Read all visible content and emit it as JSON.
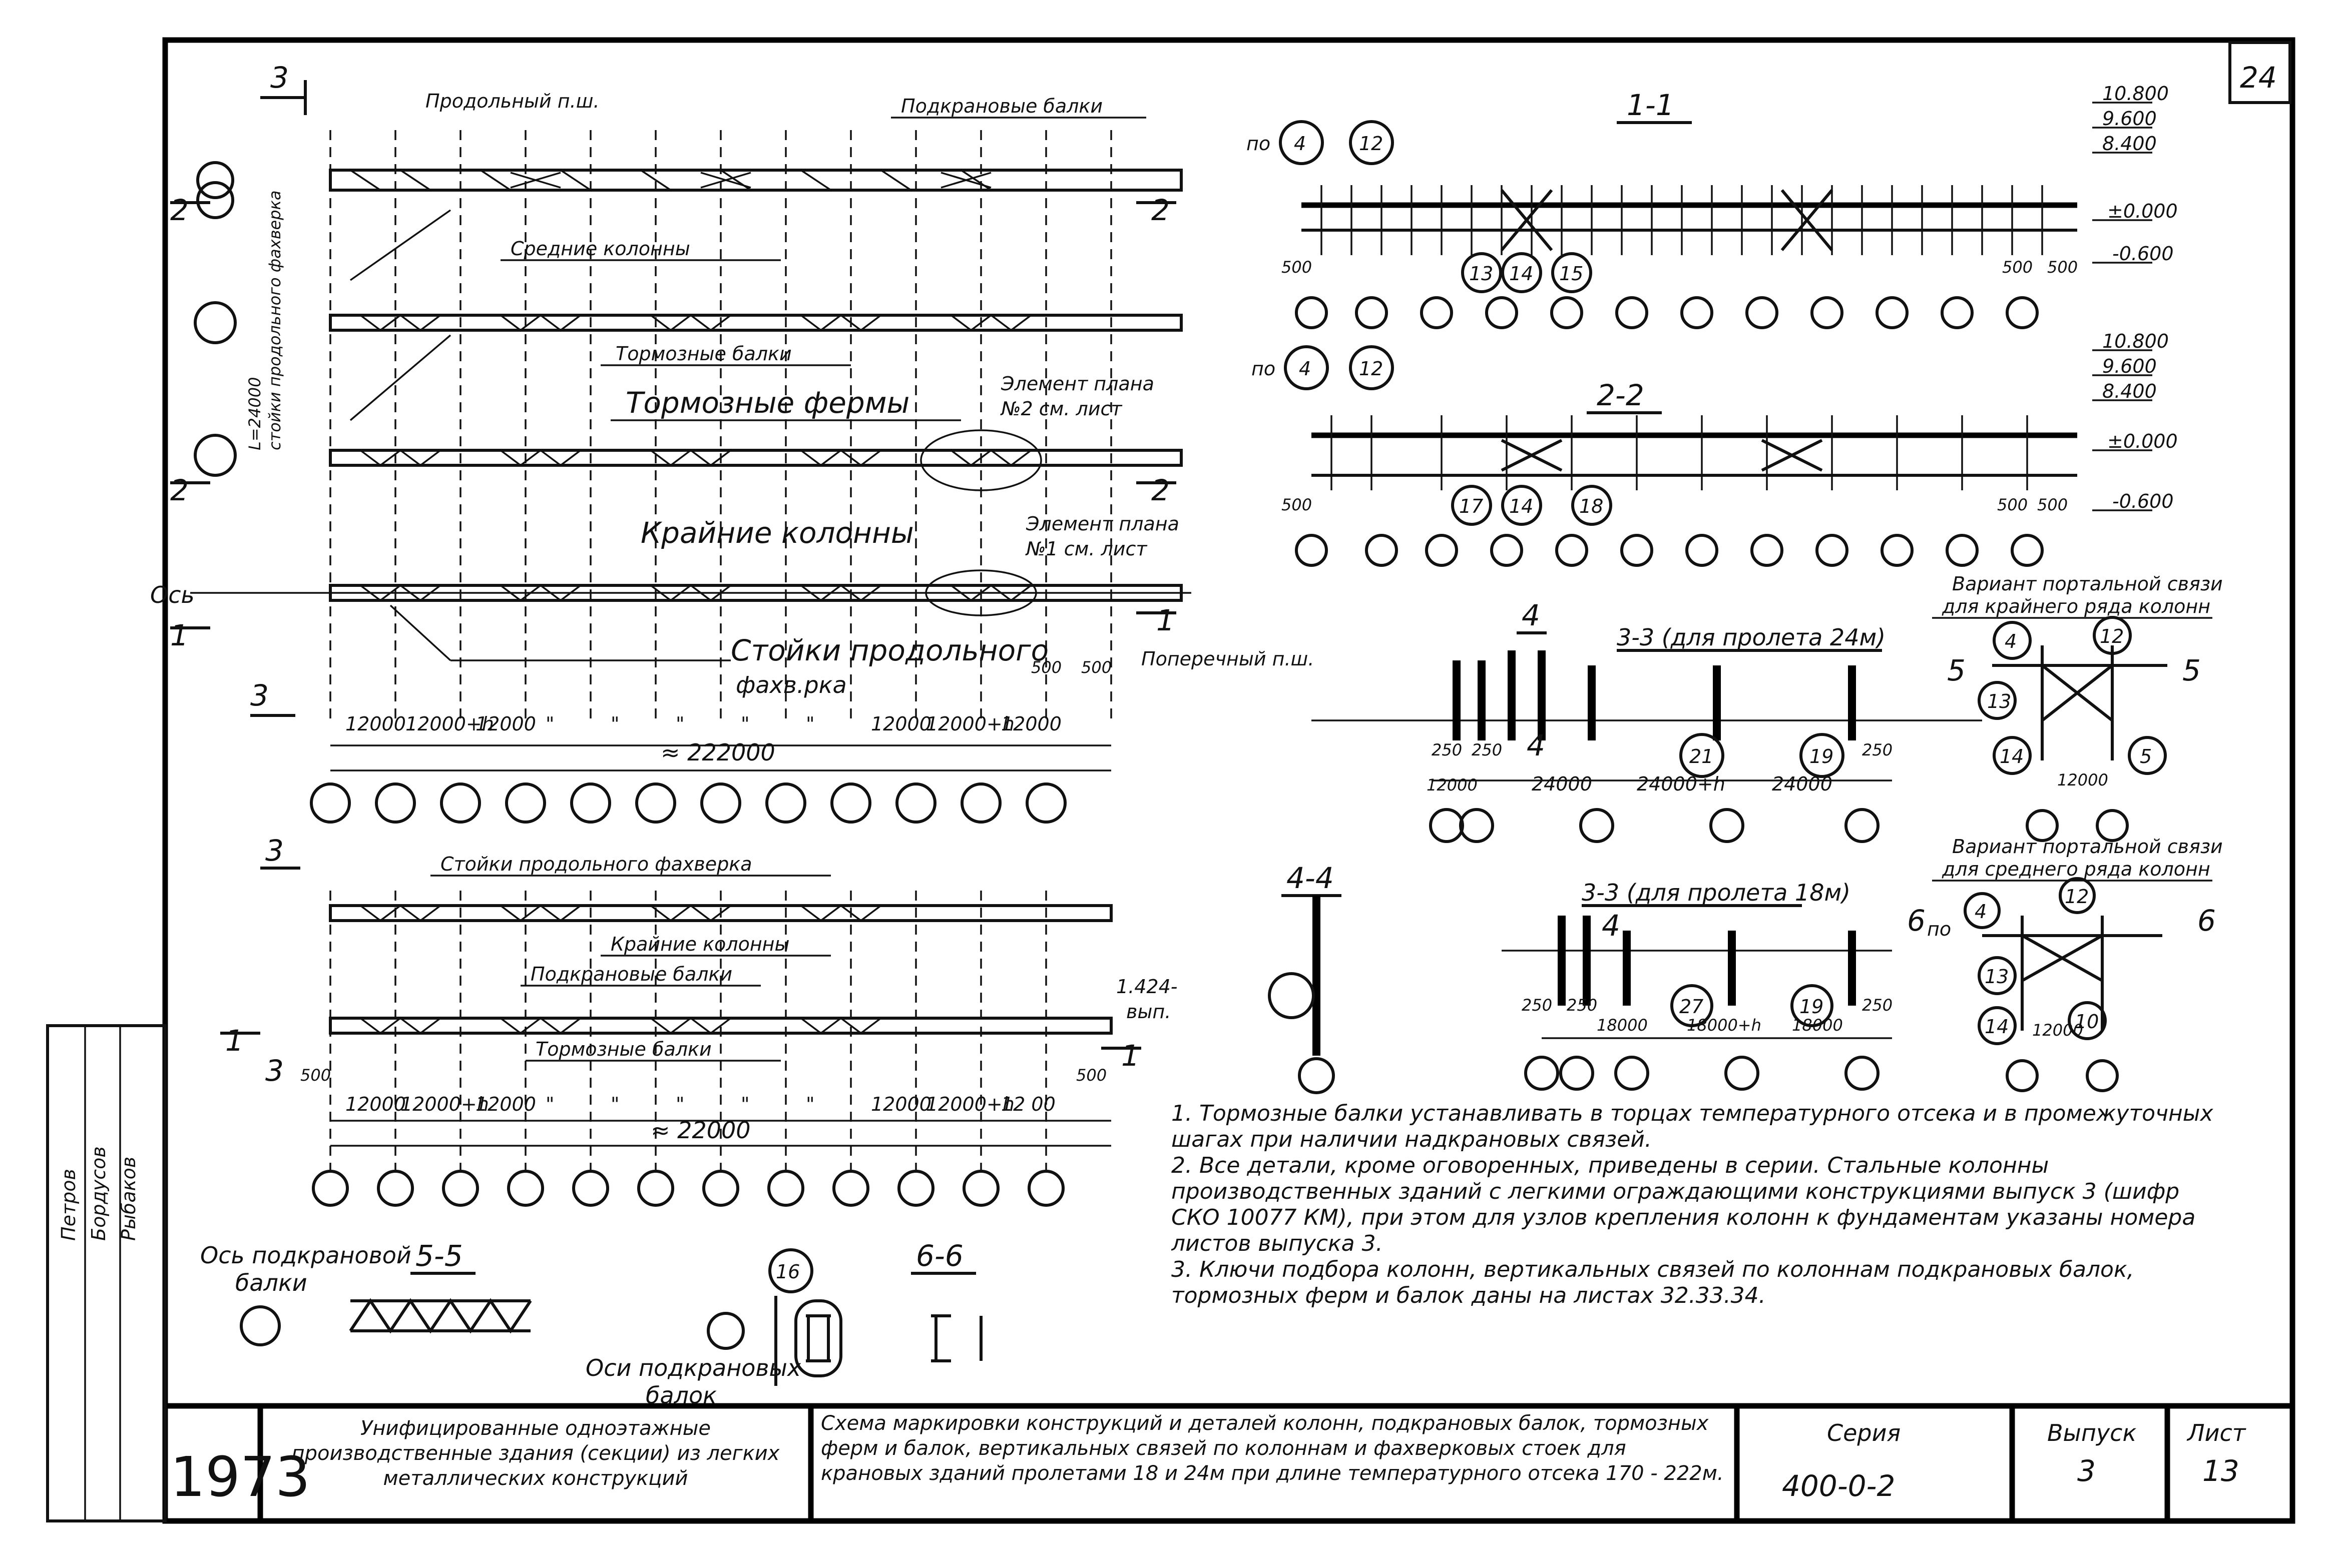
{
  "sheet_corner": "24",
  "labels": {
    "prodolny": "Продольный п.ш.",
    "podkran": "Подкрановые балки",
    "srednie": "Средние колонны",
    "tormoz_balki": "Тормозные балки",
    "tormoz_fermy": "Тормозные фермы",
    "element1": "Элемент плана",
    "element1b": "№2 см. лист",
    "krainie": "Крайние колонны",
    "element2": "Элемент плана",
    "element2b": "№1 см. лист",
    "os": "Ось",
    "stoiki": "Стойки продольного",
    "stoiki2": "фахв.рка",
    "poperechny": "Поперечный п.ш.",
    "dim_total1": "≈ 222000",
    "dim_total2": "≈ 22000",
    "stoiki_b": "Стойки продольного фахверка",
    "krainie_b": "Крайние колонны",
    "podkran_b": "Подкрановые балки",
    "tormoz_b": "Тормозные балки",
    "os_podkran": "Ось подкрановой",
    "os_podkran2": "балки",
    "osi_podkran": "Оси подкрановых",
    "osi_podkran2": "балок",
    "var1": "Вариант портальной связи",
    "var1b": "для крайнего ряда колонн",
    "var2": "Вариант портальной связи",
    "var2b": "для среднего ряда колонн",
    "lin": "1.424-",
    "lin2": "вып."
  },
  "sections": {
    "s11": "1-1",
    "s22": "2-2",
    "s33a": "3-3 (для пролета 24м)",
    "s33b": "3-3 (для пролета 18м)",
    "s44": "4-4",
    "s55": "5-5",
    "s66": "6-6"
  },
  "elev1": [
    "10.800",
    "9.600",
    "8.400",
    "±0.000",
    "-0.600"
  ],
  "elev2": [
    "10.800",
    "9.600",
    "8.400",
    "±0.000",
    "-0.600"
  ],
  "dims_top": [
    "12000",
    "12000+h",
    "12000",
    "\"",
    "\"",
    "\"",
    "\"",
    "\"",
    "12000",
    "12000+h",
    "12000"
  ],
  "dims_bot": [
    "12000",
    "12000+h",
    "12000",
    "\"",
    "\"",
    "\"",
    "\"",
    "\"",
    "12000",
    "12000+h",
    "12 00"
  ],
  "dims_33a": [
    "250",
    "250",
    "12000",
    "24000",
    "24000+h",
    "24000",
    "250"
  ],
  "dims_33b": [
    "250",
    "250",
    "18000",
    "18000+h",
    "18000",
    "250"
  ],
  "markers": [
    "4",
    "12",
    "13",
    "14",
    "15",
    "17",
    "18",
    "16",
    "5",
    "10",
    "21",
    "19",
    "27"
  ],
  "notes": [
    "1. Тормозные балки устанавливать в торцах температурного отсека и в промежуточных шагах при наличии надкрановых связей.",
    "2. Все детали, кроме оговоренных, приведены в серии. Стальные колонны производственных зданий с легкими ограждающими конструкциями выпуск 3 (шифр СКО 10077 КМ), при этом для узлов крепления колонн к фундаментам указаны номера листов выпуска 3.",
    "3. Ключи подбора колонн, вертикальных связей по колоннам подкрановых балок, тормозных ферм и балок даны на листах 32.33.34."
  ],
  "title_block": {
    "year": "1973",
    "org": "Унифицированные одноэтажные производственные здания (секции) из легких металлических конструкций",
    "desc": "Схема маркировки конструкций и деталей колонн, подкрановых балок, тормозных ферм и балок, вертикальных связей по колоннам и фахверковых стоек для крановых зданий пролетами 18 и 24м при длине температурного отсека 170 - 222м.",
    "seria_label": "Серия",
    "seria": "400-0-2",
    "vypusk_label": "Выпуск",
    "vypusk": "3",
    "list_label": "Лист",
    "list": "13"
  },
  "side_stamp": [
    "Петров",
    "Бордусов",
    "Рыбаков"
  ]
}
